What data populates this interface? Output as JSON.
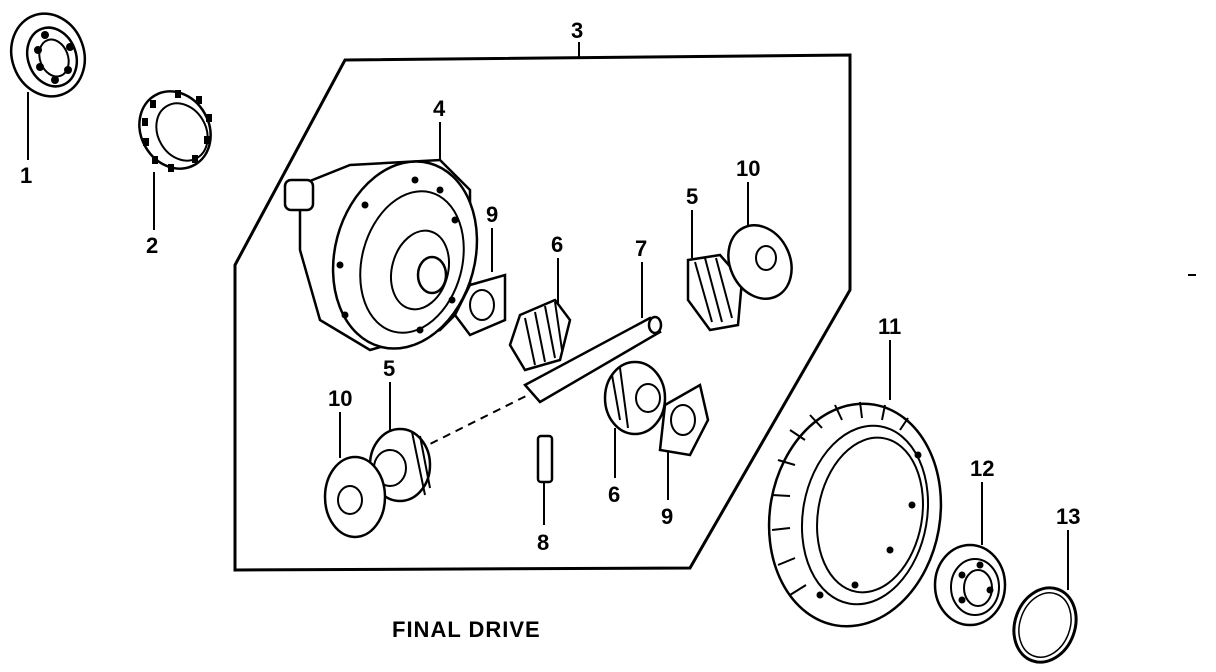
{
  "diagram": {
    "caption": "FINAL DRIVE",
    "callouts": [
      {
        "id": "c1",
        "label": "1"
      },
      {
        "id": "c2",
        "label": "2"
      },
      {
        "id": "c3",
        "label": "3"
      },
      {
        "id": "c4",
        "label": "4"
      },
      {
        "id": "c5a",
        "label": "5"
      },
      {
        "id": "c5b",
        "label": "5"
      },
      {
        "id": "c6a",
        "label": "6"
      },
      {
        "id": "c6b",
        "label": "6"
      },
      {
        "id": "c7",
        "label": "7"
      },
      {
        "id": "c8",
        "label": "8"
      },
      {
        "id": "c9a",
        "label": "9"
      },
      {
        "id": "c9b",
        "label": "9"
      },
      {
        "id": "c10a",
        "label": "10"
      },
      {
        "id": "c10b",
        "label": "10"
      },
      {
        "id": "c11",
        "label": "11"
      },
      {
        "id": "c12",
        "label": "12"
      },
      {
        "id": "c13",
        "label": "13"
      }
    ]
  }
}
